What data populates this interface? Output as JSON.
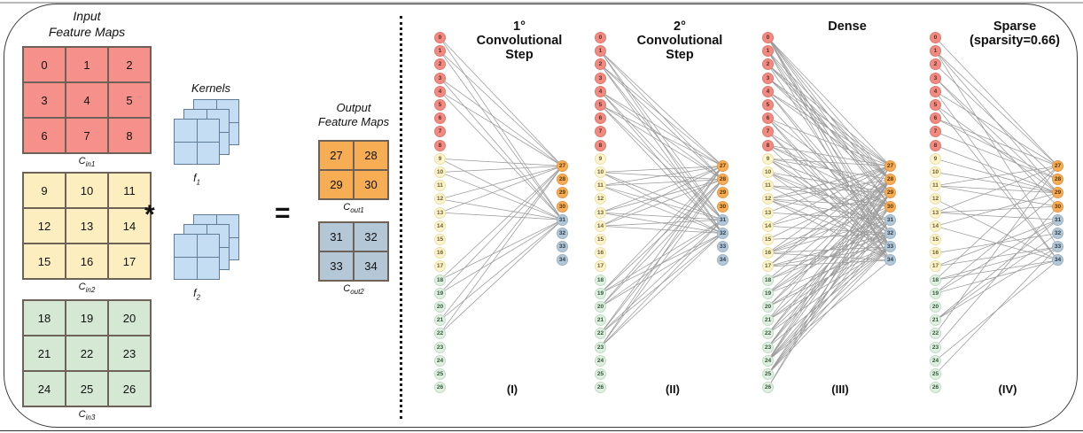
{
  "figure": {
    "title_input": "Input\nFeature Maps",
    "title_kernels": "Kernels",
    "title_output": "Output\nFeature Maps",
    "operator_conv": "*",
    "operator_equals": "=",
    "colors": {
      "input_c1": "#f5918a",
      "input_c2": "#fdeec0",
      "input_c3": "#d4e8d4",
      "output_c1": "#f6ad54",
      "output_c2": "#b4c7d6",
      "kernel": "#c5ddf2",
      "edge": "#9a9a9a",
      "border": "#6e6258"
    }
  },
  "input_feature_maps": [
    {
      "label": "C_in1",
      "label_base": "C",
      "label_sub": "in1",
      "values": [
        [
          "0",
          "1",
          "2"
        ],
        [
          "3",
          "4",
          "5"
        ],
        [
          "6",
          "7",
          "8"
        ]
      ],
      "color": "#f5918a"
    },
    {
      "label": "C_in2",
      "label_base": "C",
      "label_sub": "in2",
      "values": [
        [
          "9",
          "10",
          "11"
        ],
        [
          "12",
          "13",
          "14"
        ],
        [
          "15",
          "16",
          "17"
        ]
      ],
      "color": "#fdeec0"
    },
    {
      "label": "C_in3",
      "label_base": "C",
      "label_sub": "in3",
      "values": [
        [
          "18",
          "19",
          "20"
        ],
        [
          "21",
          "22",
          "23"
        ],
        [
          "24",
          "25",
          "26"
        ]
      ],
      "color": "#d4e8d4"
    }
  ],
  "kernels": [
    {
      "label_base": "f",
      "label_sub": "1"
    },
    {
      "label_base": "f",
      "label_sub": "2"
    }
  ],
  "output_feature_maps": [
    {
      "label_base": "C",
      "label_sub": "out1",
      "values": [
        [
          "27",
          "28"
        ],
        [
          "29",
          "30"
        ]
      ],
      "color": "#f6ad54"
    },
    {
      "label_base": "C",
      "label_sub": "out2",
      "values": [
        [
          "31",
          "32"
        ],
        [
          "33",
          "34"
        ]
      ],
      "color": "#b4c7d6"
    }
  ],
  "panels": [
    {
      "id": "I",
      "title_lines": [
        "1°",
        "Convolutional",
        "Step"
      ],
      "caption": "(I)"
    },
    {
      "id": "II",
      "title_lines": [
        "2°",
        "Convolutional",
        "Step"
      ],
      "caption": "(II)"
    },
    {
      "id": "III",
      "title_lines": [
        "Dense"
      ],
      "caption": "(III)"
    },
    {
      "id": "IV",
      "title_lines": [
        "Sparse",
        "(sparsity=0.66)"
      ],
      "caption": "(IV)"
    }
  ],
  "network": {
    "input_nodes": [
      "0",
      "1",
      "2",
      "3",
      "4",
      "5",
      "6",
      "7",
      "8",
      "9",
      "10",
      "11",
      "12",
      "13",
      "14",
      "15",
      "16",
      "17",
      "18",
      "19",
      "20",
      "21",
      "22",
      "23",
      "24",
      "25",
      "26"
    ],
    "output_nodes": [
      "27",
      "28",
      "29",
      "30",
      "31",
      "32",
      "33",
      "34"
    ],
    "input_groups": [
      {
        "range": [
          0,
          8
        ],
        "color": "n-red"
      },
      {
        "range": [
          9,
          17
        ],
        "color": "n-yel"
      },
      {
        "range": [
          18,
          26
        ],
        "color": "n-grn"
      }
    ],
    "output_groups": [
      {
        "range": [
          27,
          30
        ],
        "color": "n-org"
      },
      {
        "range": [
          31,
          34
        ],
        "color": "n-blu"
      }
    ],
    "edges": {
      "I": [
        [
          0,
          27
        ],
        [
          1,
          27
        ],
        [
          3,
          27
        ],
        [
          4,
          27
        ],
        [
          9,
          27
        ],
        [
          10,
          27
        ],
        [
          12,
          27
        ],
        [
          13,
          27
        ],
        [
          18,
          27
        ],
        [
          19,
          27
        ],
        [
          21,
          27
        ],
        [
          22,
          27
        ],
        [
          0,
          31
        ],
        [
          1,
          31
        ],
        [
          3,
          31
        ],
        [
          4,
          31
        ],
        [
          9,
          31
        ],
        [
          10,
          31
        ],
        [
          12,
          31
        ],
        [
          13,
          31
        ],
        [
          18,
          31
        ],
        [
          19,
          31
        ],
        [
          21,
          31
        ],
        [
          22,
          31
        ]
      ],
      "II": [
        [
          1,
          27
        ],
        [
          2,
          27
        ],
        [
          4,
          27
        ],
        [
          5,
          27
        ],
        [
          10,
          27
        ],
        [
          11,
          27
        ],
        [
          13,
          27
        ],
        [
          14,
          27
        ],
        [
          19,
          27
        ],
        [
          20,
          27
        ],
        [
          22,
          27
        ],
        [
          23,
          27
        ],
        [
          1,
          28
        ],
        [
          2,
          28
        ],
        [
          4,
          28
        ],
        [
          5,
          28
        ],
        [
          10,
          28
        ],
        [
          11,
          28
        ],
        [
          13,
          28
        ],
        [
          14,
          28
        ],
        [
          19,
          28
        ],
        [
          20,
          28
        ],
        [
          22,
          28
        ],
        [
          23,
          28
        ],
        [
          1,
          31
        ],
        [
          2,
          31
        ],
        [
          4,
          31
        ],
        [
          5,
          31
        ],
        [
          10,
          31
        ],
        [
          11,
          31
        ],
        [
          13,
          31
        ],
        [
          14,
          31
        ],
        [
          19,
          31
        ],
        [
          20,
          31
        ],
        [
          22,
          31
        ],
        [
          23,
          31
        ],
        [
          1,
          32
        ],
        [
          2,
          32
        ],
        [
          4,
          32
        ],
        [
          5,
          32
        ],
        [
          10,
          32
        ],
        [
          11,
          32
        ],
        [
          13,
          32
        ],
        [
          14,
          32
        ],
        [
          19,
          32
        ],
        [
          20,
          32
        ],
        [
          22,
          32
        ],
        [
          23,
          32
        ]
      ],
      "III": "dense-all",
      "IV": "sparse-0.66"
    },
    "sparsity": 0.66
  }
}
